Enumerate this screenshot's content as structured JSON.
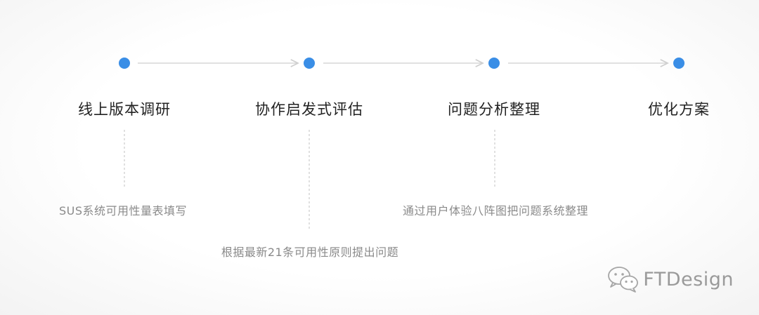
{
  "steps": [
    {
      "title": "线上版本调研",
      "desc": "SUS系统可用性量表填写"
    },
    {
      "title": "协作启发式评估",
      "desc": "根据最新21条可用性原则提出问题"
    },
    {
      "title": "问题分析整理",
      "desc": "通过用户体验八阵图把问题系统整理"
    },
    {
      "title": "优化方案",
      "desc": ""
    }
  ],
  "watermark": {
    "text": "FTDesign",
    "icon": "wechat-icon"
  },
  "colors": {
    "node": "#3a8ee6",
    "arrow": "#d7d7d7",
    "dashed": "#cccccc",
    "title": "#222222",
    "desc": "#8a8a8a"
  }
}
